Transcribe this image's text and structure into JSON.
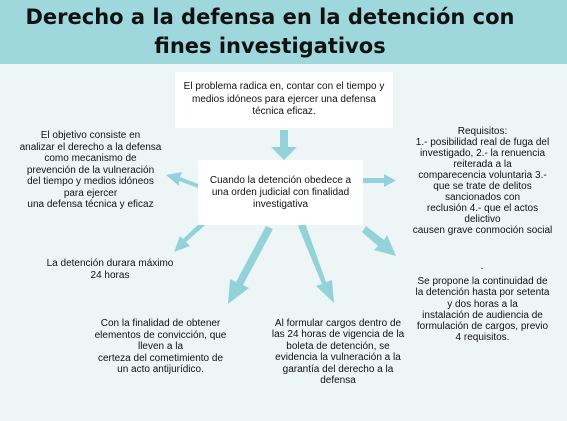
{
  "title": {
    "line1": "Derecho a la defensa en la detención con",
    "line2": "fines investigativos"
  },
  "colors": {
    "header_bg": "#9ed7dc",
    "background": "#eef5f7",
    "arrow": "#93d2d8",
    "box_bg": "#ffffff"
  },
  "nodes": {
    "problem": "El problema radica en, contar con el tiempo y medios idóneos para ejercer una defensa técnica eficaz.",
    "center": "Cuando la detención obedece a una orden judicial con finalidad investigativa",
    "objective": "El objetivo consiste en\nanalizar el derecho a la defensa\ncomo mecanismo de\nprevención de la vulneración\ndel tiempo y medios idóneos\npara ejercer\nuna defensa técnica  y eficaz",
    "requirements": "Requisitos:\n1.- posibilidad real de fuga del\ninvestigado, 2.- la renuencia\nreiterada a la\ncomparecencia voluntaria 3.-\nque se trate de delitos\nsancionados con\nreclusión  4.-  que el actos\ndelictivo\ncausen grave conmoción social",
    "dot": ".",
    "duration": "La detención durara máximo\n24 horas",
    "purpose": "Con la finalidad de obtener\nelementos de convicción, que\nlleven a la\ncerteza del cometimiento de\nun acto antijurídico.",
    "charges": "Al formular cargos dentro de\nlas 24 horas de vigencia de la\nboleta de detención, se\nevidencia la vulneración a la\ngarantía del derecho a la\ndefensa",
    "proposal": "Se propone la continuidad de\nla detención hasta por setenta\ny dos horas a la\ninstalación de audiencia de\nformulación de cargos, previo\n4 requisitos."
  }
}
